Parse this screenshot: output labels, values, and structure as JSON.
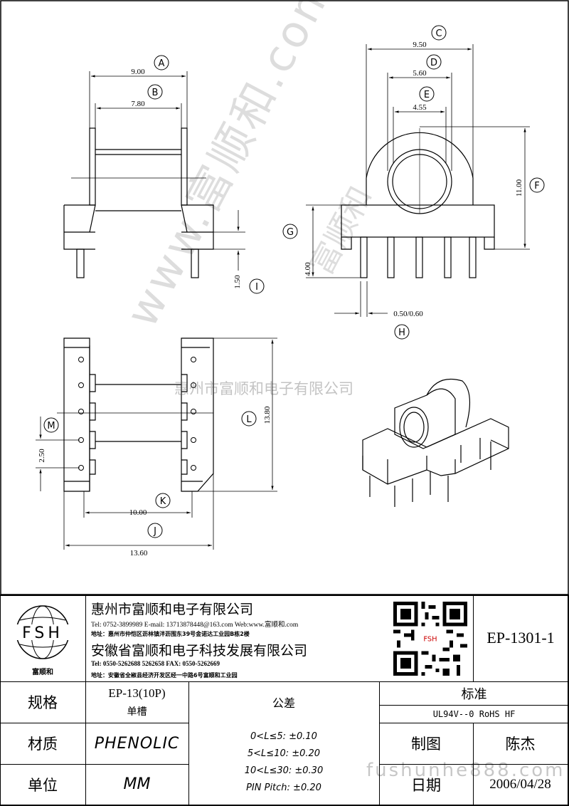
{
  "dimensions": {
    "A": "9.00",
    "B": "7.80",
    "C": "9.50",
    "D": "5.60",
    "E": "4.55",
    "F": "11.00",
    "G": "4.00",
    "H": "0.50/0.60",
    "I": "1.50",
    "J": "13.60",
    "K": "10.00",
    "L": "13.80",
    "M": "2.50"
  },
  "watermark": {
    "text_center": "惠州市富顺和电子有限公司",
    "text_diag1": "www.富顺和.com",
    "text_diag2": "富顺和",
    "site": "fushunhe888.com"
  },
  "company": {
    "logo_text": "FSH",
    "logo_caption": "富顺和",
    "name1": "惠州市富顺和电子有限公司",
    "tel1": "Tel:   0752-3899989   E-mail: 13713878448@163.com   Web:www.富顺和.com",
    "addr1": "地址：惠州市仲恺区沥林镇泮沥围东39号金诺达工业园B栋2楼",
    "name2": "安徽省富顺和电子科技发展有限公司",
    "tel2": "Tel:   0550-5262688  5262658      FAX:  0550-5262669",
    "addr2": "地址：安徽省全椒县经济开发区经一中路6号富顺和工业园",
    "qr_label": "FSH"
  },
  "drawing_no": "EP-1301-1",
  "table": {
    "spec_label": "规格",
    "spec_value": "EP-13(10P)",
    "spec_sub": "单槽",
    "tol_label": "公差",
    "standard_label": "标准",
    "standard_value": "UL94V--0  RoHS HF",
    "material_label": "材质",
    "material_value": "PHENOLIC",
    "drawn_label": "制图",
    "drawn_value": "陈杰",
    "unit_label": "单位",
    "unit_value": "MM",
    "date_label": "日期",
    "date_value": "2006/04/28",
    "tolerances": [
      "0<L≤5: ±0.10",
      "5<L≤10: ±0.20",
      "10<L≤30: ±0.30",
      "PIN Pitch: ±0.20"
    ]
  }
}
